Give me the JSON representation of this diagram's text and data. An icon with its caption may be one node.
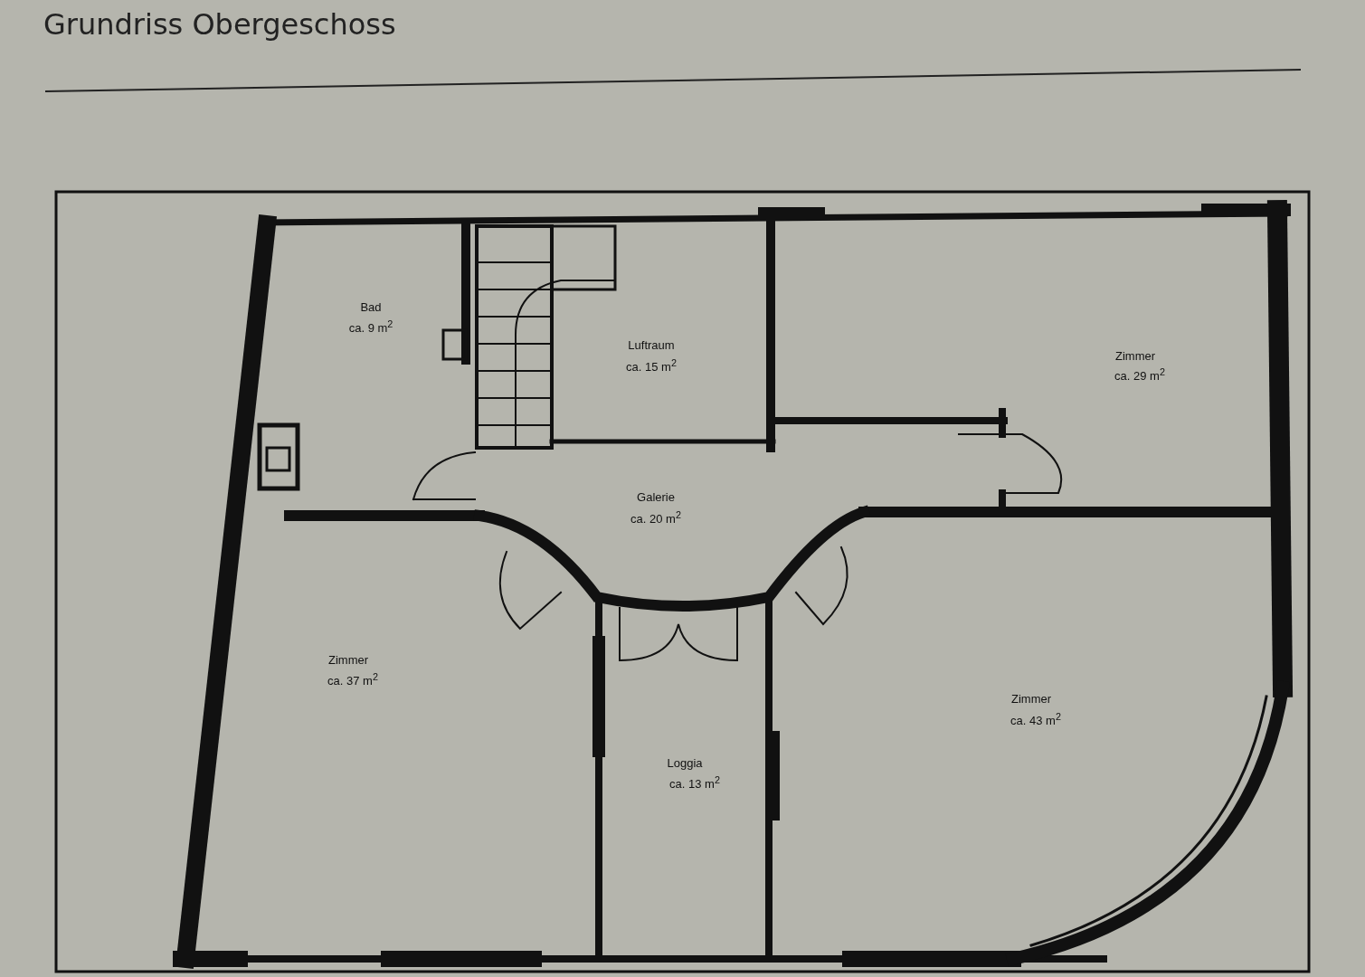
{
  "diagram": {
    "title": "Grundriss Obergeschoss",
    "labels": [
      "Bad",
      "ca. 9 m$^{2}$",
      "Luftraum",
      "ca. 15 m$^{2}$",
      "Zimmer",
      "ca. 29 m$^{2}$",
      "Galerie",
      "ca. 20 m$^{2}$",
      "Zimmer",
      "ca. 37 m$^{2}$",
      "Zimmer",
      "ca. 43 m$^{2}$",
      "Loggia",
      "ca. 13 m$^{2}$"
    ]
  }
}
